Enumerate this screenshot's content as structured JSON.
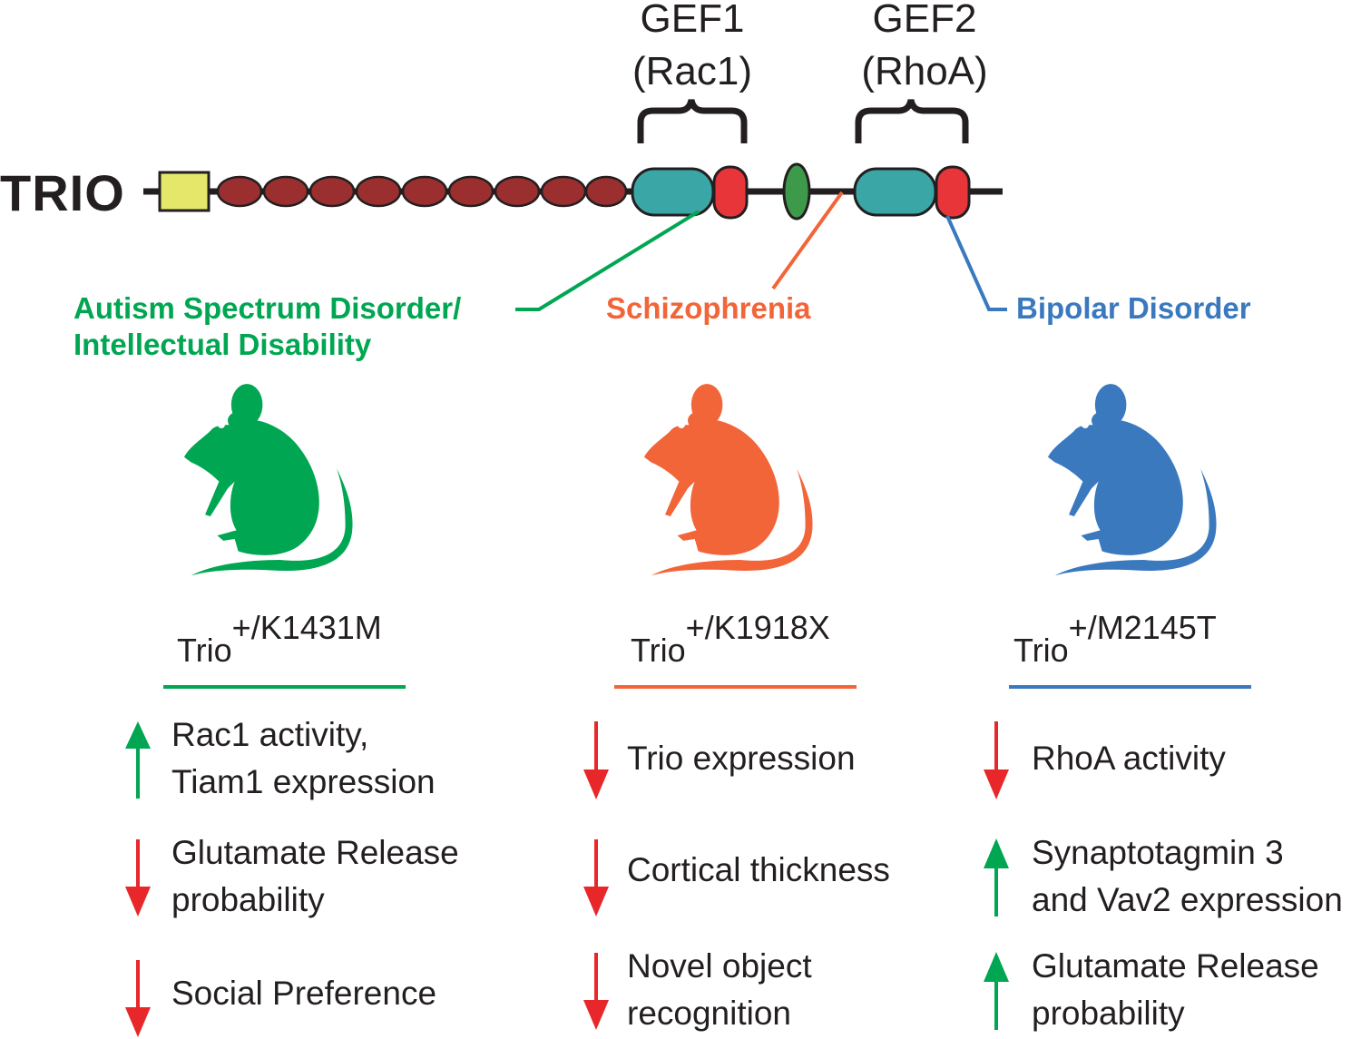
{
  "protein": {
    "name": "TRIO",
    "gef1": {
      "line1": "GEF1",
      "line2": "(Rac1)"
    },
    "gef2": {
      "line1": "GEF2",
      "line2": "(RhoA)"
    }
  },
  "colors": {
    "green": "#00a651",
    "orange": "#f26539",
    "blue": "#3a79be",
    "red_arrow": "#e8272a",
    "spectrin_repeat": "#9b2f2f",
    "sec14_box": "#e4e76a",
    "dh_domain": "#3aa7a6",
    "ph_domain": "#e8353a",
    "sh3_domain": "#3d9a4a",
    "text": "#231f20"
  },
  "disorders": {
    "asd": {
      "line1": "Autism Spectrum Disorder/",
      "line2": "Intellectual Disability"
    },
    "scz": {
      "label": "Schizophrenia"
    },
    "bpd": {
      "label": "Bipolar Disorder"
    }
  },
  "columns": [
    {
      "id": "asd",
      "genotype": {
        "base": "Trio",
        "sup": "+/K1431M"
      },
      "mouse_icon": "mouse-icon",
      "effects": [
        {
          "direction": "up",
          "line1": "Rac1 activity,",
          "line2": "Tiam1 expression"
        },
        {
          "direction": "down",
          "line1": "Glutamate Release",
          "line2": "probability"
        },
        {
          "direction": "down",
          "line1": "Social Preference",
          "line2": ""
        }
      ]
    },
    {
      "id": "scz",
      "genotype": {
        "base": "Trio",
        "sup": "+/K1918X"
      },
      "mouse_icon": "mouse-icon",
      "effects": [
        {
          "direction": "down",
          "line1": "Trio expression",
          "line2": ""
        },
        {
          "direction": "down",
          "line1": "Cortical thickness",
          "line2": ""
        },
        {
          "direction": "down",
          "line1": "Novel object",
          "line2": "recognition"
        }
      ]
    },
    {
      "id": "bpd",
      "genotype": {
        "base": "Trio",
        "sup": "+/M2145T"
      },
      "mouse_icon": "mouse-icon",
      "effects": [
        {
          "direction": "down",
          "line1": "RhoA activity",
          "line2": ""
        },
        {
          "direction": "up",
          "line1": "Synaptotagmin 3",
          "line2": "and Vav2 expression"
        },
        {
          "direction": "up",
          "line1": "Glutamate Release",
          "line2": "probability"
        }
      ]
    }
  ]
}
